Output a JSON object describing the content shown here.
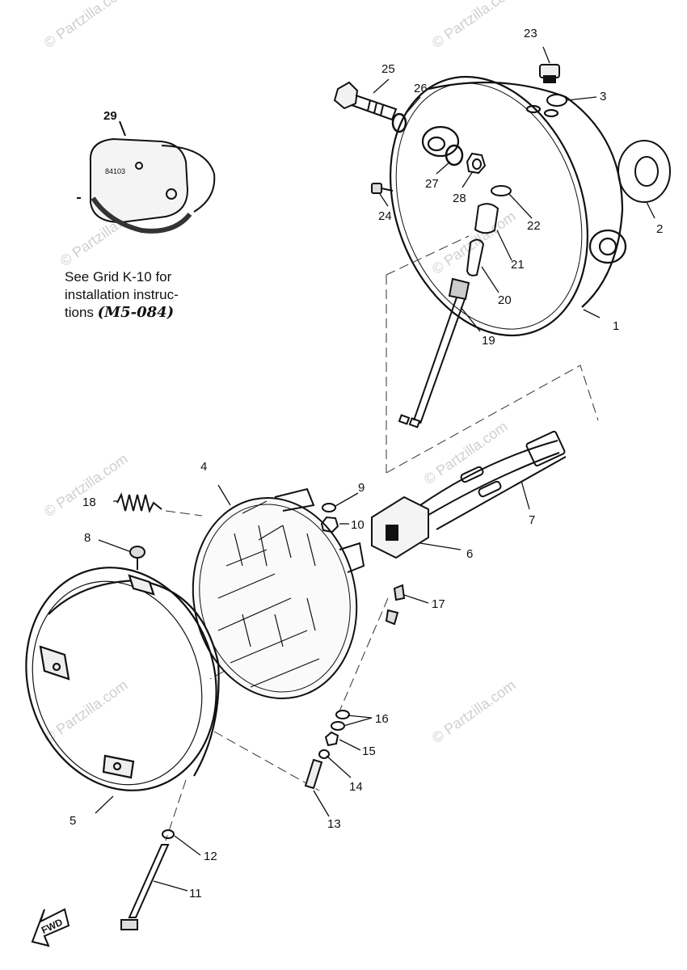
{
  "watermarks": [
    "© Partzilla.com",
    "© Partzilla.com",
    "© Partzilla.com",
    "© Partzilla.com",
    "© Partzilla.com",
    "© Partzilla.com",
    "© Partzilla.com",
    "© Partzilla.com"
  ],
  "inset": {
    "number": "29",
    "stamp_text": "84103",
    "note_lines": [
      "See Grid K-10 for",
      "installation instruc-",
      "tions"
    ],
    "note_code": "(M5-084)"
  },
  "fwd_label": "FWD",
  "callouts": [
    "1",
    "2",
    "3",
    "4",
    "5",
    "6",
    "7",
    "8",
    "9",
    "10",
    "11",
    "12",
    "13",
    "14",
    "15",
    "16",
    "17",
    "18",
    "19",
    "20",
    "21",
    "22",
    "23",
    "24",
    "25",
    "26",
    "27",
    "28"
  ]
}
